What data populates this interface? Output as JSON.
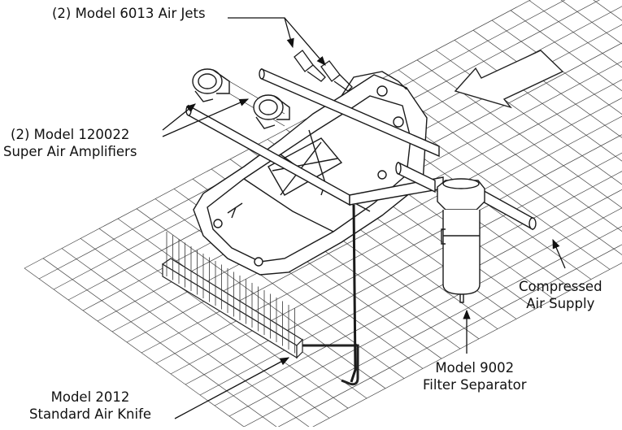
{
  "labels": {
    "air_jets": "(2) Model 6013 Air Jets",
    "amplifiers": [
      "(2) Model 120022",
      "Super Air Amplifiers"
    ],
    "compressed_air": [
      "Compressed",
      "Air Supply"
    ],
    "filter": [
      "Model 9002",
      "Filter Separator"
    ],
    "air_knife": [
      "Model 2012",
      "Standard Air Knife"
    ]
  },
  "icons": {
    "flow_arrow": "flow-direction-arrow-icon",
    "callout_arrow": "callout-arrow-icon"
  },
  "colors": {
    "line": "#1a1a1a",
    "mesh": "#444444",
    "background": "#ffffff"
  }
}
